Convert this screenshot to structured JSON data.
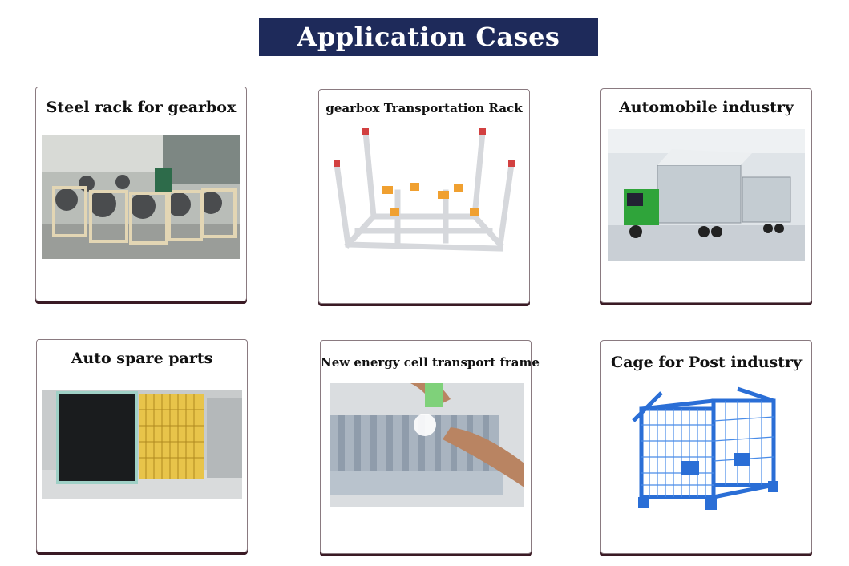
{
  "header": {
    "title": "Application Cases"
  },
  "cards": [
    {
      "title": "Steel rack for gearbox",
      "image": "factory-gearbox-racks-photo"
    },
    {
      "title": "gearbox Transportation Rack",
      "image": "white-steel-rack-photo"
    },
    {
      "title": "Automobile industry",
      "image": "car-transport-truck-photo"
    },
    {
      "title": "Auto spare parts",
      "image": "wire-mesh-cages-photo"
    },
    {
      "title": "New energy cell  transport frame",
      "image": "plastic-cell-tray-photo"
    },
    {
      "title": "Cage for Post industry",
      "image": "blue-steel-cage-photo"
    }
  ],
  "colors": {
    "banner": "#1e2a5a",
    "card_shadow": "#3a1a24"
  }
}
